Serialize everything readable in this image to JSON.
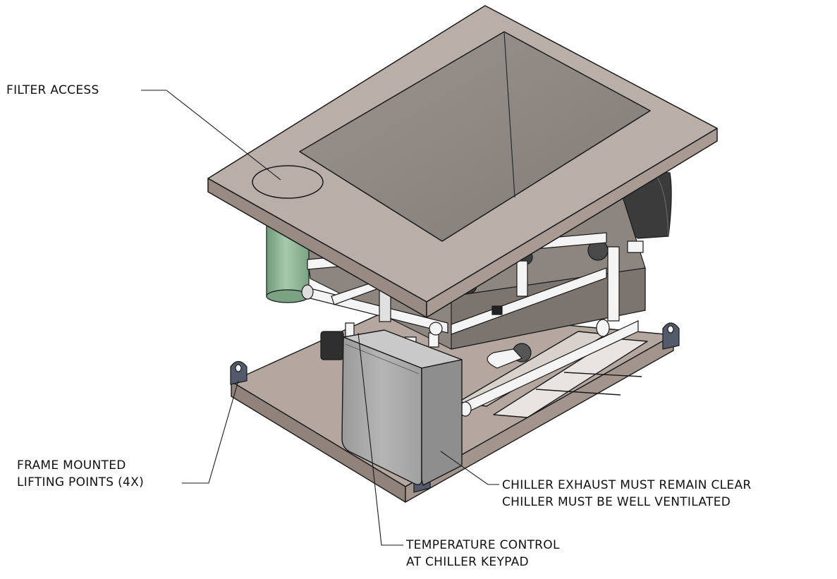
{
  "callouts": {
    "filter_access": "FILTER ACCESS",
    "lifting_points": {
      "line1": "FRAME MOUNTED",
      "line2": "LIFTING POINTS (4X)"
    },
    "chiller_exhaust": {
      "line1": "CHILLER EXHAUST MUST REMAIN CLEAR",
      "line2": "CHILLER MUST BE WELL VENTILATED"
    },
    "temperature_control": {
      "line1": "TEMPERATURE CONTROL",
      "line2": "AT CHILLER KEYPAD"
    }
  },
  "colors": {
    "top_surface": "#b9aea8",
    "basin": "#8a847e",
    "frame": "#b0a49e",
    "chiller": "#a6a6a6",
    "filter_housing": "#8fb596",
    "pipe": "#f4f4f4",
    "lifting_lug": "#525a6b",
    "outline": "#1a1a1a"
  }
}
